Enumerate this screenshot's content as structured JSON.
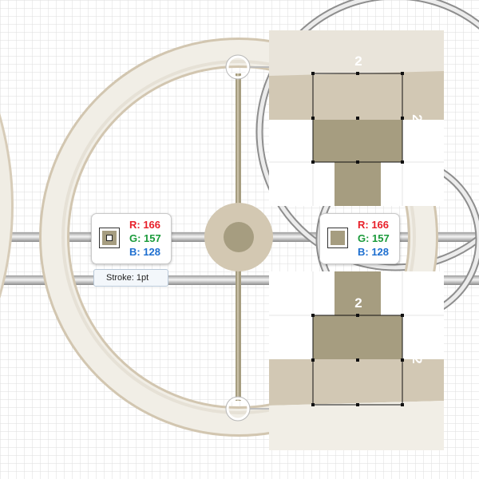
{
  "fill_color": {
    "hex": "#a69d80",
    "r": "R: 166",
    "g": "G: 157",
    "b": "B: 128"
  },
  "stroke_label": "Stroke: 1pt",
  "measurements": {
    "top_height": "2",
    "top_side": "2",
    "bottom_height": "2",
    "bottom_side": "2"
  },
  "colors": {
    "wheel_light": "#efece3",
    "wheel_edge": "#d9d0bf",
    "hub_outer": "#d3c8b2",
    "hub_inner": "#a69d80",
    "pipe": "#c8c8c8",
    "grid": "#dedede"
  }
}
